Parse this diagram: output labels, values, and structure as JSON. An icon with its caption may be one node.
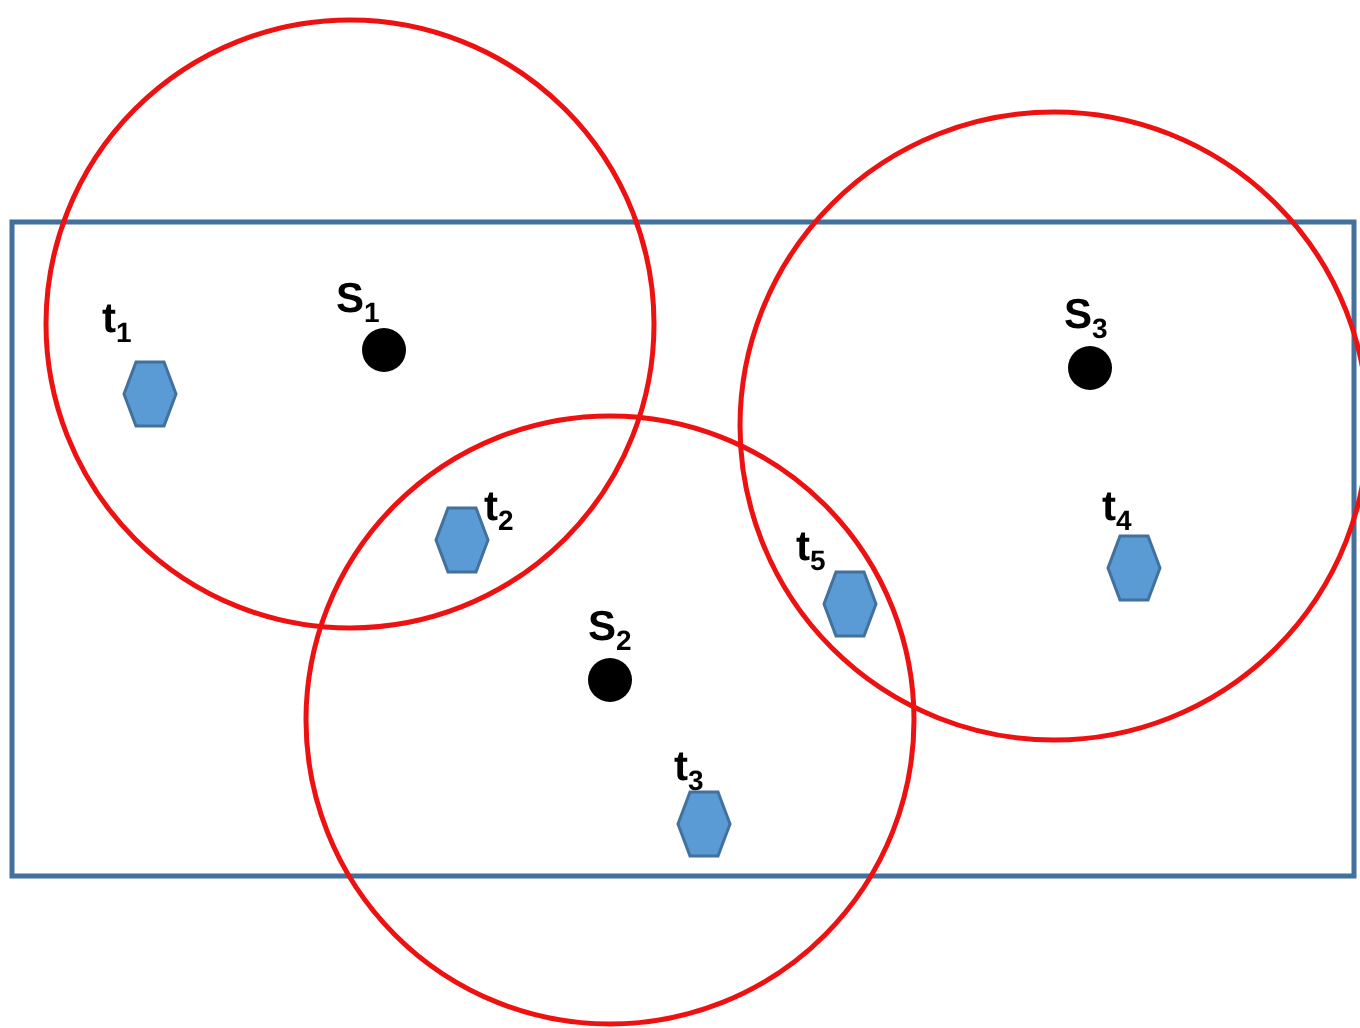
{
  "diagram": {
    "nodes": [
      {
        "text": [
          "t$_{1}$"
        ]
      },
      {
        "text": [
          "S$_{1}$"
        ]
      },
      {
        "text": [
          "S$_{3}$"
        ]
      },
      {
        "text": [
          "t$_{2}$"
        ]
      },
      {
        "text": [
          "t$_{4}$"
        ]
      },
      {
        "text": [
          "t$_{5}$"
        ]
      },
      {
        "text": [
          "S$_{2}$"
        ]
      },
      {
        "text": [
          "t$_{3}$"
        ]
      }
    ]
  }
}
